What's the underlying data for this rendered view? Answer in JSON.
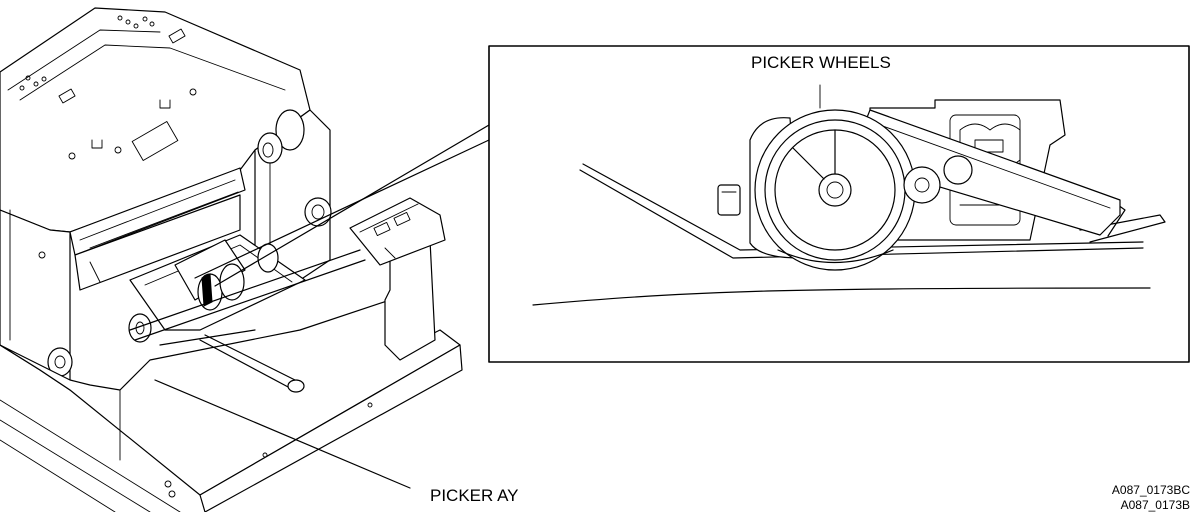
{
  "labels": {
    "picker_wheels": "PICKER WHEELS",
    "picker_ay": "PICKER AY",
    "figure_code_1": "A087_0173BC",
    "figure_code_2": "A087_0173B"
  },
  "colors": {
    "line": "#000000",
    "background": "#ffffff"
  }
}
